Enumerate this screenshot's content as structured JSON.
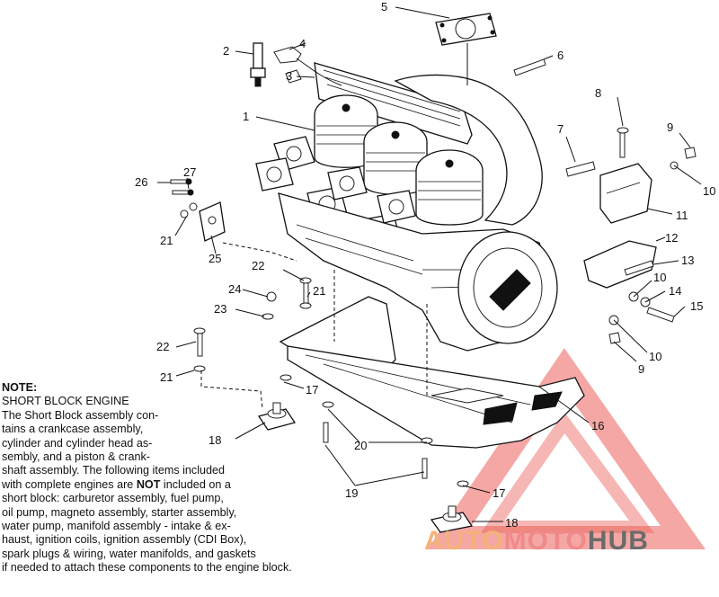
{
  "callouts": [
    {
      "id": "1",
      "text": "1"
    },
    {
      "id": "2",
      "text": "2"
    },
    {
      "id": "3",
      "text": "3"
    },
    {
      "id": "4",
      "text": "4"
    },
    {
      "id": "5",
      "text": "5"
    },
    {
      "id": "6",
      "text": "6"
    },
    {
      "id": "7",
      "text": "7"
    },
    {
      "id": "8",
      "text": "8"
    },
    {
      "id": "9a",
      "text": "9"
    },
    {
      "id": "9b",
      "text": "9"
    },
    {
      "id": "10a",
      "text": "10"
    },
    {
      "id": "10b",
      "text": "10"
    },
    {
      "id": "10c",
      "text": "10"
    },
    {
      "id": "11",
      "text": "11"
    },
    {
      "id": "12",
      "text": "12"
    },
    {
      "id": "13",
      "text": "13"
    },
    {
      "id": "14",
      "text": "14"
    },
    {
      "id": "15",
      "text": "15"
    },
    {
      "id": "16",
      "text": "16"
    },
    {
      "id": "17a",
      "text": "17"
    },
    {
      "id": "17b",
      "text": "17"
    },
    {
      "id": "18a",
      "text": "18"
    },
    {
      "id": "18b",
      "text": "18"
    },
    {
      "id": "19",
      "text": "19"
    },
    {
      "id": "20",
      "text": "20"
    },
    {
      "id": "21a",
      "text": "21"
    },
    {
      "id": "21b",
      "text": "21"
    },
    {
      "id": "21c",
      "text": "21"
    },
    {
      "id": "22a",
      "text": "22"
    },
    {
      "id": "22b",
      "text": "22"
    },
    {
      "id": "23",
      "text": "23"
    },
    {
      "id": "24",
      "text": "24"
    },
    {
      "id": "25",
      "text": "25"
    },
    {
      "id": "26",
      "text": "26"
    },
    {
      "id": "27",
      "text": "27"
    }
  ],
  "note": {
    "heading": "NOTE:",
    "subheading": "SHORT BLOCK ENGINE",
    "lines": [
      "The Short Block assembly con-",
      "tains a crankcase assembly,",
      "cylinder and cylinder head as-",
      "sembly, and a piston & crank-",
      "shaft assembly.  The following items included"
    ],
    "line_not_prefix": "with complete engines are ",
    "line_not_bold": "NOT",
    "line_not_suffix": " included on a",
    "lines_after": [
      "short block:  carburetor assembly, fuel pump,",
      "oil pump, magneto assembly, starter assembly,",
      "water pump, manifold assembly - intake & ex-",
      "haust, ignition coils, ignition assembly (CDI Box),",
      "spark plugs & wiring, water manifolds, and gaskets",
      "if needed to attach these components to the engine block."
    ]
  },
  "watermark": {
    "part1": "AUTO",
    "part2": "MOTO",
    "part3": "HUB",
    "color_auto": "#f4b27a",
    "color_moto": "#f08a8a",
    "color_hub": "#6b6b6b",
    "triangle_color": "#e8443c"
  }
}
